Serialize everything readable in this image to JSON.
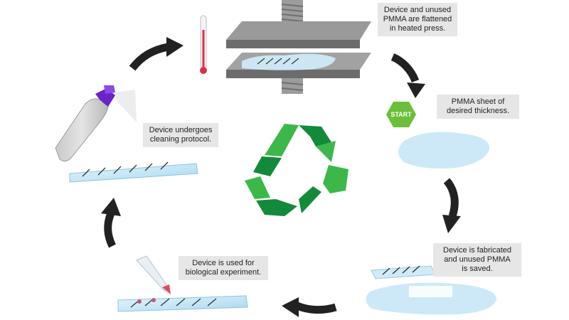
{
  "start_label": "START",
  "steps": [
    {
      "lines": [
        "Device and unused",
        "PMMA are flattened",
        "in heated press."
      ]
    },
    {
      "lines": [
        "PMMA sheet of",
        "desired thickness."
      ]
    },
    {
      "lines": [
        "Device is fabricated",
        "and unused PMMA",
        "is saved."
      ]
    },
    {
      "lines": [
        "Device is used for",
        "biological experiment."
      ]
    },
    {
      "lines": [
        "Device undergoes",
        "cleaning protocol."
      ]
    }
  ],
  "colors": {
    "arrow": "#222222",
    "recycle_light": "#3cb84a",
    "recycle_dark": "#138a3a",
    "start_badge": "#6bbf3a",
    "label_bg": "#e6e6e6",
    "pmma": "#cfe9f7",
    "press": "#7a7a7a",
    "thermometer": "#d9304a",
    "spray_nozzle": "#6a22c9"
  },
  "icons": [
    "heated-press-icon",
    "thermometer-icon",
    "pmma-sheet-icon",
    "microfluidic-chip-icon",
    "pipette-icon",
    "spray-bottle-icon",
    "recycle-icon"
  ]
}
